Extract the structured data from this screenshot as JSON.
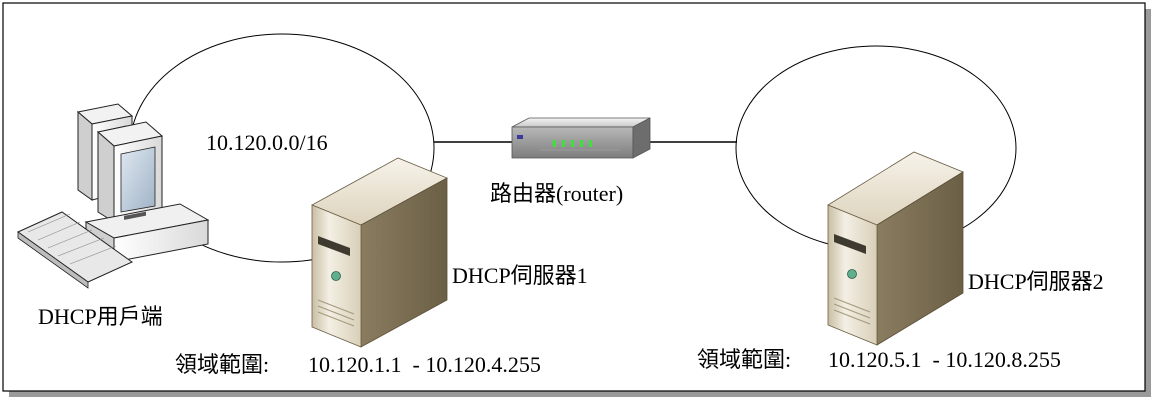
{
  "diagram": {
    "subnet_label": "10.120.0.0/16",
    "router_label": "路由器(router)",
    "server1_label": "DHCP伺服器1",
    "server2_label": "DHCP伺服器2",
    "client_label": "DHCP用戶端",
    "scope1": {
      "prefix": "領域範圍:",
      "range": "10.120.1.1  - 10.120.4.255"
    },
    "scope2": {
      "prefix": "領域範圍:",
      "range": "10.120.5.1  - 10.120.8.255"
    }
  }
}
